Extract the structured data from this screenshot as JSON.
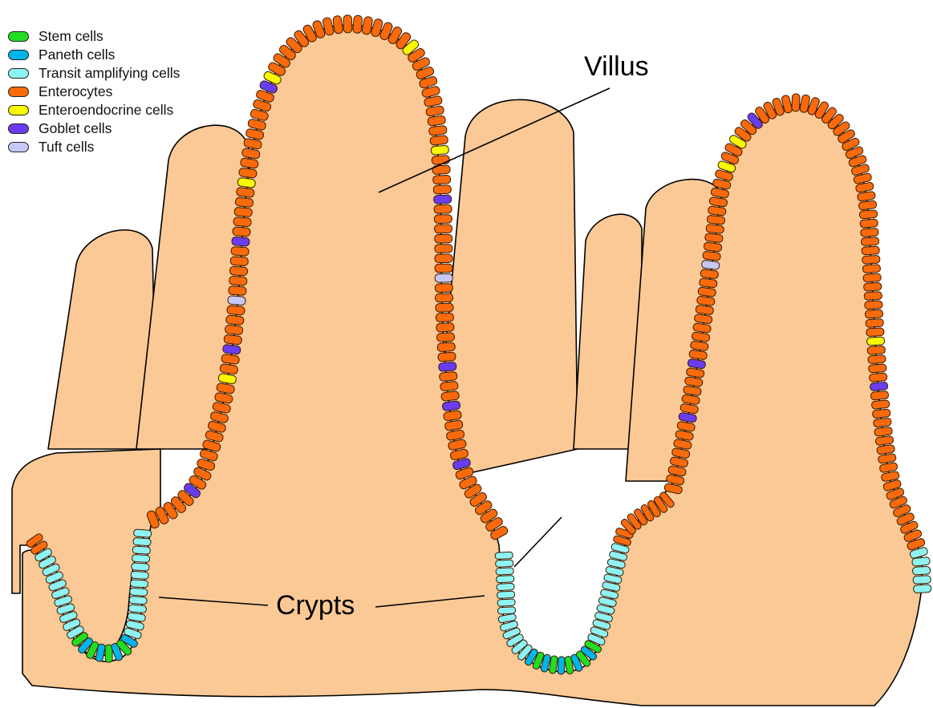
{
  "legend": {
    "items": [
      {
        "key": "stem",
        "label": "Stem cells",
        "color": "#22dd22"
      },
      {
        "key": "paneth",
        "label": "Paneth cells",
        "color": "#00b4e8"
      },
      {
        "key": "transit",
        "label": "Transit amplifying cells",
        "color": "#8ef3f3"
      },
      {
        "key": "enterocyte",
        "label": "Enterocytes",
        "color": "#f96a0c"
      },
      {
        "key": "enteroendocrine",
        "label": "Enteroendocrine cells",
        "color": "#f8f800"
      },
      {
        "key": "goblet",
        "label": "Goblet cells",
        "color": "#6a3cf0"
      },
      {
        "key": "tuft",
        "label": "Tuft cells",
        "color": "#c8c8f4"
      }
    ]
  },
  "labels": {
    "villus": "Villus",
    "crypts": "Crypts"
  },
  "colors": {
    "tissue": "#fbc996",
    "outline": "#000000",
    "background": "#ffffff"
  },
  "epithelium": {
    "left_crypt": [
      "enterocyte",
      "enterocyte",
      "transit",
      "transit",
      "transit",
      "transit",
      "transit",
      "transit",
      "transit",
      "transit",
      "transit",
      "transit",
      "transit",
      "stem",
      "paneth",
      "stem",
      "paneth",
      "stem",
      "paneth",
      "stem",
      "paneth",
      "transit",
      "transit",
      "transit",
      "transit",
      "transit",
      "transit",
      "transit",
      "transit",
      "transit",
      "transit",
      "transit",
      "transit",
      "transit"
    ],
    "villus_1": [
      "enterocyte",
      "enterocyte",
      "enterocyte",
      "enterocyte",
      "enterocyte",
      "goblet",
      "enterocyte",
      "enterocyte",
      "enterocyte",
      "enterocyte",
      "enterocyte",
      "enterocyte",
      "enterocyte",
      "enterocyte",
      "enterocyte",
      "enterocyte",
      "enterocyte",
      "enteroendocrine",
      "enterocyte",
      "enterocyte",
      "goblet",
      "enterocyte",
      "enterocyte",
      "enterocyte",
      "enterocyte",
      "tuft",
      "enterocyte",
      "enterocyte",
      "enterocyte",
      "enterocyte",
      "enterocyte",
      "goblet",
      "enterocyte",
      "enterocyte",
      "enterocyte",
      "enterocyte",
      "enterocyte",
      "enteroendocrine",
      "enterocyte",
      "enterocyte",
      "enterocyte",
      "enterocyte",
      "enterocyte",
      "enterocyte",
      "enterocyte",
      "enterocyte",
      "enterocyte",
      "goblet",
      "enteroendocrine",
      "enterocyte",
      "enterocyte",
      "enterocyte",
      "enterocyte",
      "enterocyte",
      "enterocyte",
      "enterocyte",
      "enterocyte",
      "enterocyte",
      "enterocyte",
      "enterocyte",
      "enterocyte",
      "enterocyte",
      "enterocyte",
      "enterocyte",
      "enterocyte",
      "enteroendocrine",
      "enterocyte",
      "enterocyte",
      "enterocyte",
      "enterocyte",
      "enterocyte",
      "enterocyte",
      "enterocyte",
      "enterocyte",
      "enterocyte",
      "enterocyte",
      "enteroendocrine",
      "enterocyte",
      "enterocyte",
      "enterocyte",
      "enterocyte",
      "goblet",
      "enterocyte",
      "enterocyte",
      "enterocyte",
      "enterocyte",
      "enterocyte",
      "enterocyte",
      "enterocyte",
      "tuft",
      "enterocyte",
      "enterocyte",
      "enterocyte",
      "enterocyte",
      "enterocyte",
      "enterocyte",
      "enterocyte",
      "enterocyte",
      "goblet",
      "enterocyte",
      "enterocyte",
      "enterocyte",
      "goblet",
      "enterocyte",
      "enterocyte",
      "enterocyte",
      "enterocyte",
      "enterocyte",
      "goblet",
      "enterocyte",
      "enterocyte",
      "enterocyte",
      "enterocyte",
      "enterocyte",
      "enterocyte",
      "enterocyte",
      "enterocyte"
    ],
    "right_crypt": [
      "transit",
      "transit",
      "transit",
      "transit",
      "transit",
      "transit",
      "transit",
      "transit",
      "transit",
      "transit",
      "transit",
      "transit",
      "transit",
      "transit",
      "paneth",
      "stem",
      "paneth",
      "stem",
      "paneth",
      "stem",
      "paneth",
      "stem",
      "paneth",
      "stem",
      "transit",
      "transit",
      "transit",
      "transit",
      "transit",
      "transit",
      "transit",
      "transit",
      "transit",
      "transit",
      "transit",
      "transit",
      "transit",
      "enterocyte",
      "enterocyte",
      "enterocyte",
      "enterocyte",
      "enterocyte",
      "enterocyte",
      "enterocyte",
      "enterocyte",
      "enterocyte"
    ],
    "villus_2": [
      "enterocyte",
      "enterocyte",
      "enterocyte",
      "enterocyte",
      "enterocyte",
      "enterocyte",
      "enterocyte",
      "enterocyte",
      "goblet",
      "enterocyte",
      "enterocyte",
      "enterocyte",
      "enterocyte",
      "enterocyte",
      "goblet",
      "enterocyte",
      "enterocyte",
      "enterocyte",
      "enterocyte",
      "enterocyte",
      "enterocyte",
      "enterocyte",
      "enterocyte",
      "enterocyte",
      "enterocyte",
      "tuft",
      "enterocyte",
      "enterocyte",
      "enterocyte",
      "enterocyte",
      "enterocyte",
      "enterocyte",
      "enterocyte",
      "enterocyte",
      "enterocyte",
      "enterocyte",
      "enteroendocrine",
      "enterocyte",
      "enterocyte",
      "enteroendocrine",
      "enterocyte",
      "enterocyte",
      "goblet",
      "enterocyte",
      "enterocyte",
      "enterocyte",
      "enterocyte",
      "enterocyte",
      "enterocyte",
      "enterocyte",
      "enterocyte",
      "enterocyte",
      "enterocyte",
      "enterocyte",
      "enterocyte",
      "enterocyte",
      "enterocyte",
      "enterocyte",
      "enterocyte",
      "enterocyte",
      "enterocyte",
      "enterocyte",
      "enterocyte",
      "enterocyte",
      "enterocyte",
      "enterocyte",
      "enterocyte",
      "enterocyte",
      "enterocyte",
      "enterocyte",
      "enterocyte",
      "enterocyte",
      "enterocyte",
      "enterocyte",
      "enterocyte",
      "enterocyte",
      "enterocyte",
      "enteroendocrine",
      "enterocyte",
      "enterocyte",
      "enterocyte",
      "enterocyte",
      "goblet",
      "enterocyte",
      "enterocyte",
      "enterocyte",
      "enterocyte",
      "enterocyte",
      "enterocyte",
      "enterocyte",
      "enterocyte",
      "enterocyte",
      "enterocyte",
      "enterocyte",
      "enterocyte",
      "enterocyte",
      "enterocyte",
      "enterocyte",
      "enterocyte",
      "enterocyte",
      "enterocyte",
      "transit",
      "transit",
      "transit",
      "transit",
      "transit"
    ]
  }
}
